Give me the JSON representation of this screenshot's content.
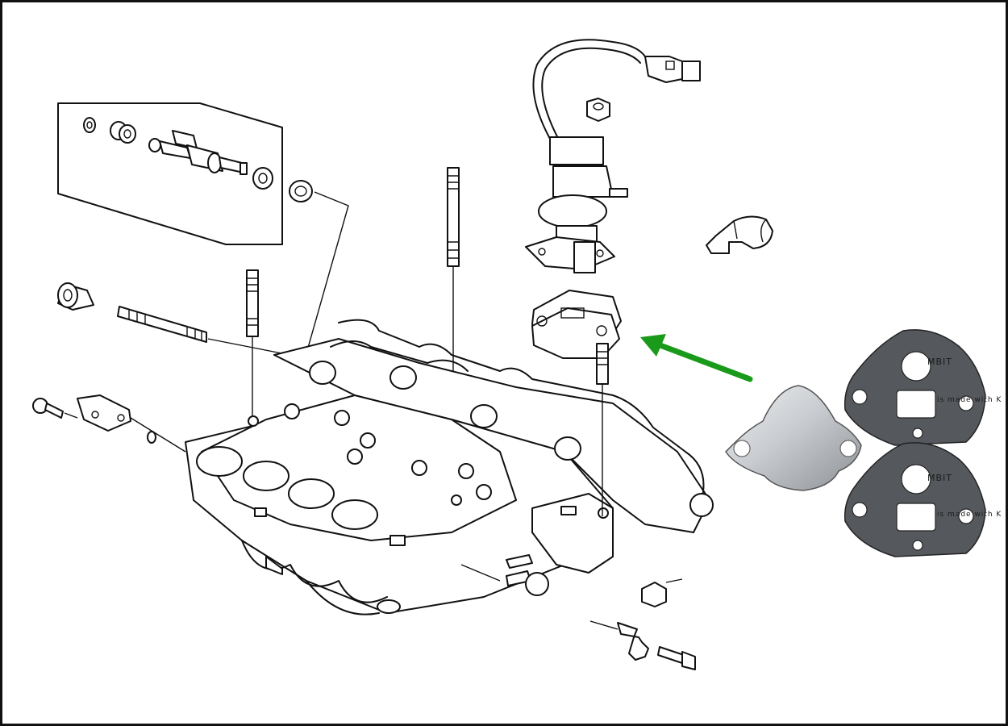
{
  "diagram": {
    "arrow_color": "#1a9a1a",
    "gasket_color": "#55585c",
    "plate_color": "#c9ccd0",
    "gasket_upper": {
      "brand": "MBIT",
      "print": "is made with K"
    },
    "gasket_lower": {
      "brand": "MBIT",
      "print": "is made with K"
    }
  }
}
